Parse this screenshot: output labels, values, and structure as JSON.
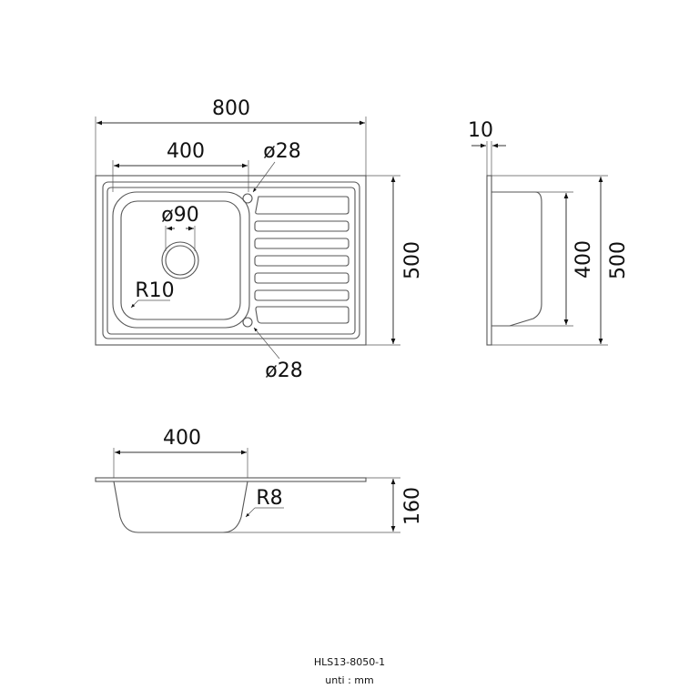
{
  "top_view": {
    "overall_width": "800",
    "bowl_width": "400",
    "tap_hole_top": "ø28",
    "tap_hole_bottom": "ø28",
    "drain": "ø90",
    "bowl_radius": "R10",
    "overall_depth": "500"
  },
  "right_view": {
    "thickness": "10",
    "bowl_length": "400",
    "overall_depth": "500"
  },
  "front_view": {
    "bowl_width": "400",
    "bowl_radius": "R8",
    "bowl_height": "160"
  },
  "footer": {
    "model": "HLS13-8050-1",
    "unit": "unti : mm"
  }
}
